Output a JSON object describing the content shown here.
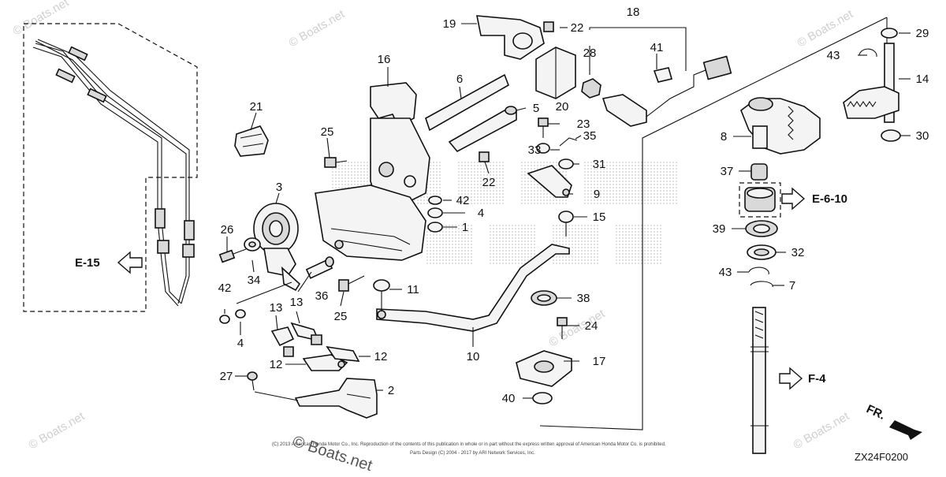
{
  "diagram": {
    "part_numbers": [
      "1",
      "2",
      "3",
      "4",
      "5",
      "6",
      "7",
      "8",
      "9",
      "10",
      "11",
      "12",
      "13",
      "14",
      "15",
      "16",
      "17",
      "18",
      "19",
      "20",
      "21",
      "22",
      "23",
      "24",
      "25",
      "26",
      "27",
      "28",
      "29",
      "30",
      "31",
      "32",
      "33",
      "34",
      "35",
      "36",
      "37",
      "38",
      "39",
      "40",
      "41",
      "42",
      "43"
    ],
    "refs": {
      "e15": "E-15",
      "e610": "E-6-10",
      "f4": "F-4",
      "fr": "FR."
    },
    "watermark_text": "© Boats.net",
    "bottom_watermark": "© Boats.net",
    "diagram_code": "ZX24F0200",
    "copyright_line1": "(C) 2013 American Honda Motor Co., Inc. Reproduction of the contents of this publication in whole or in part without the express written approval of American Honda Motor Co. is prohibited.",
    "copyright_line2": "Parts Design (C) 2004 - 2017 by ARI Network Services, Inc."
  }
}
